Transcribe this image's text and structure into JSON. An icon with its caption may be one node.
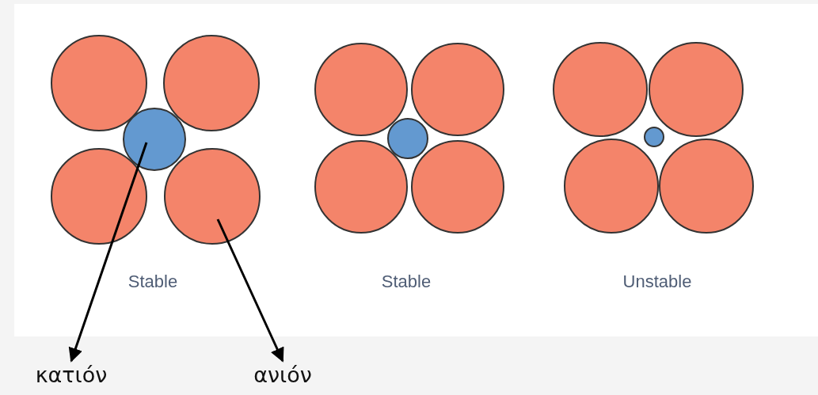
{
  "diagram": {
    "nodes": [
      {
        "text": [],
        "shape": "circle"
      },
      {
        "text": [],
        "shape": "circle"
      },
      {
        "text": [
          "κατιόν"
        ]
      },
      {
        "text": [
          "ανιόν"
        ]
      }
    ],
    "edges": [
      {
        "from": 0,
        "to": 2,
        "arrow": "to"
      },
      {
        "from": 1,
        "to": 3,
        "arrow": "to"
      }
    ],
    "labels": [
      "Stable",
      "Stable",
      "Unstable"
    ]
  }
}
